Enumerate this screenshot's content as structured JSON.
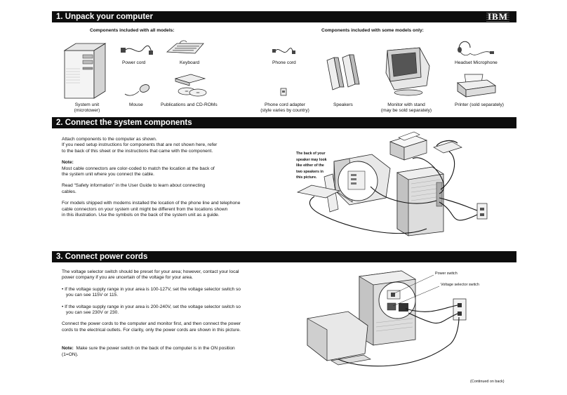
{
  "section1": {
    "title": "1. Unpack your computer",
    "logo": "IBM",
    "all_models_heading": "Components included with all models:",
    "some_models_heading": "Components included with some models only:",
    "items": {
      "system_unit": "System unit",
      "system_unit_sub": "(microtower)",
      "power_cord": "Power cord",
      "keyboard": "Keyboard",
      "mouse": "Mouse",
      "publications": "Publications and CD-ROMs",
      "phone_cord": "Phone cord",
      "phone_cord_adapter": "Phone cord adapter",
      "phone_cord_adapter_sub": "(style varies by country)",
      "speakers": "Speakers",
      "monitor": "Monitor with stand",
      "monitor_sub": "(may be sold separately)",
      "headset": "Headset Microphone",
      "printer": "Printer",
      "printer_sub": "(sold separately)"
    }
  },
  "section2": {
    "title": "2. Connect the system components",
    "p1_line1": "Attach components to the computer as shown.",
    "p1_line2": "If you need setup instructions for components that are not shown here, refer",
    "p1_line3": "to the back of this sheet or the instructions that came with the component.",
    "note_label": "Note:",
    "note_line1": "Most cable connectors are color-coded to match the location at the back of",
    "note_line2": "the system unit where you connect the cable.",
    "safety_line1": "Read “Safety information” in the User Guide to learn about connecting",
    "safety_line2": "cables.",
    "modem_line1": "For models shipped with modems installed the location of the phone line and telephone",
    "modem_line2": "cable connectors on your system unit might be different from the locations shown",
    "modem_line3": "in this illustration. Use the symbols on the back of the system unit as a guide.",
    "callout_1": "The back of your",
    "callout_2": "speaker may look",
    "callout_3": "like either of the",
    "callout_4": "two speakers in",
    "callout_5": "this picture."
  },
  "section3": {
    "title": "3. Connect power cords",
    "p1_line1": "The voltage selector switch should be preset for your area; however, contact your local",
    "p1_line2": "power company if you are uncertain of the voltage for your area.",
    "b1_line1": "• If the voltage supply range in your area is 100-127V, set the voltage selector switch so",
    "b1_line2": "you can see 115V or 115.",
    "b2_line1": "• If the voltage supply range in your area is 200-240V, set the voltage selector switch so",
    "b2_line2": "you can see 230V or 230.",
    "p2_line1": "Connect the power cords to the computer and monitor first, and then connect the power",
    "p2_line2": "cords to the electrical outlets.  For clarity, only the power cords are shown in this picture.",
    "note_label": "Note:",
    "note_line1": "Make sure the power switch on the back of the computer is in the ON position",
    "note_line2": "(1=ON).",
    "power_switch_label": "Power switch",
    "voltage_switch_label": "Voltage selector switch",
    "continued": "(Continued on back)"
  }
}
